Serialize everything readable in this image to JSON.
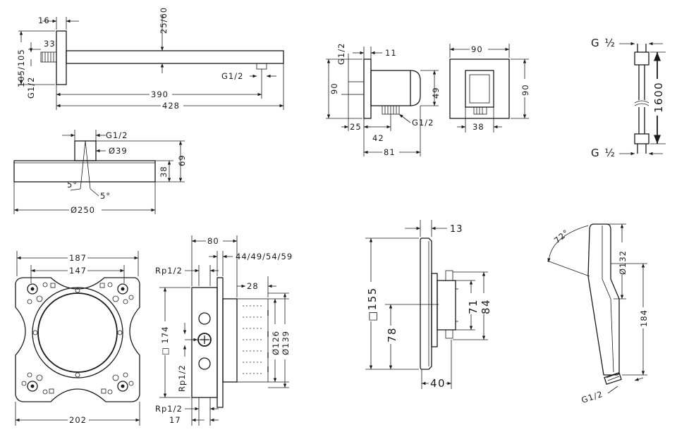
{
  "drawing": {
    "shower_arm": {
      "d16": "16",
      "d25_60": "25/60",
      "d33": "33",
      "d105": "105/105",
      "g_left": "G1/2",
      "g_right": "G1/2",
      "d390": "390",
      "d428": "428"
    },
    "overhead": {
      "g": "G1/2",
      "d39": "Ø39",
      "d38": "38",
      "d69": "69",
      "a1": "5°",
      "a2": "5°",
      "d250": "Ø250"
    },
    "wall_outlet": {
      "g_top": "G1/2",
      "d11": "11",
      "d90": "90",
      "d49": "49",
      "d25": "25",
      "d42": "42",
      "g_bottom": "G1/2",
      "d81": "81",
      "f90w": "90",
      "f90h": "90",
      "f38": "38"
    },
    "hose": {
      "g_top": "G ½",
      "len": "1600",
      "g_bottom": "G ½"
    },
    "base_plate": {
      "d187": "187",
      "d147": "147",
      "d202": "202"
    },
    "iboxside": {
      "d80": "80",
      "d44": "44/49/54/59",
      "rp_top": "Rp1/2",
      "d28": "28",
      "sq174": "□ 174",
      "rp_mid": "Rp1/2",
      "d126": "Ø126",
      "d139": "Ø139",
      "rp_bot": "Rp1/2",
      "d17": "17"
    },
    "trim": {
      "d13": "13",
      "sq155": "□155",
      "d78": "78",
      "d71": "71",
      "d84": "84",
      "d40": "40"
    },
    "hand_shower": {
      "angle": "72°",
      "d132": "Ø132",
      "d184": "184",
      "g": "G1/2"
    }
  }
}
